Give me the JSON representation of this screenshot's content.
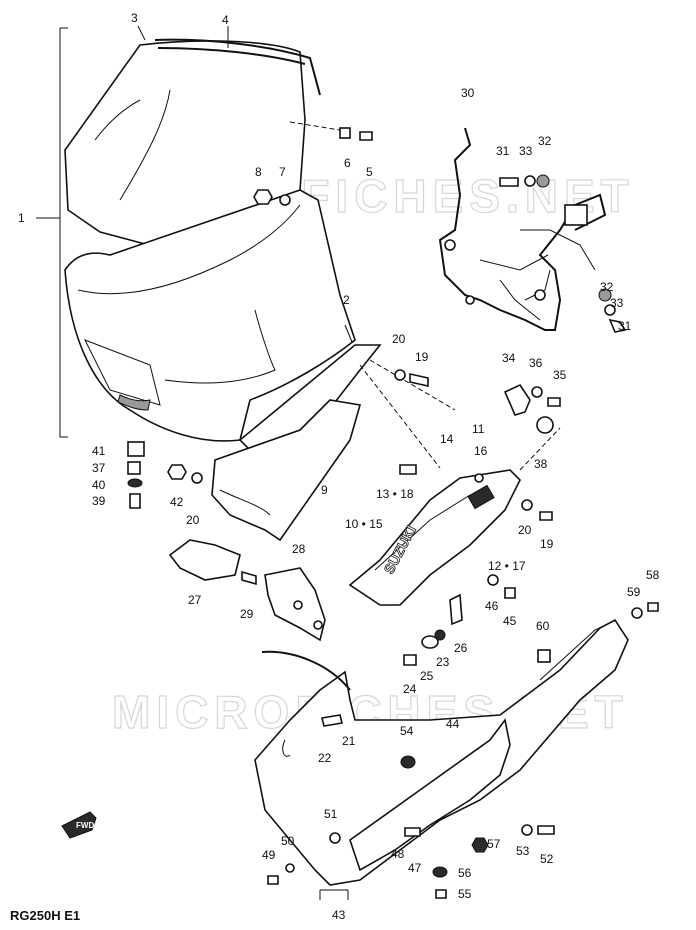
{
  "diagram": {
    "model_code": "RG250H E1",
    "watermark": "MICROFICHES.NET",
    "fwd_label": "FWD",
    "part_labels": [
      "1",
      "2",
      "3",
      "4",
      "5",
      "6",
      "7",
      "8",
      "9",
      "10 • 15",
      "11",
      "12 • 17",
      "13 • 18",
      "14",
      "16",
      "19",
      "20",
      "21",
      "22",
      "23",
      "24",
      "25",
      "26",
      "27",
      "28",
      "29",
      "30",
      "31",
      "32",
      "33",
      "34",
      "35",
      "36",
      "37",
      "38",
      "39",
      "40",
      "41",
      "42",
      "43",
      "44",
      "45",
      "46",
      "47",
      "48",
      "49",
      "50",
      "51",
      "52",
      "53",
      "54",
      "55",
      "56",
      "57",
      "58",
      "59",
      "60"
    ]
  }
}
